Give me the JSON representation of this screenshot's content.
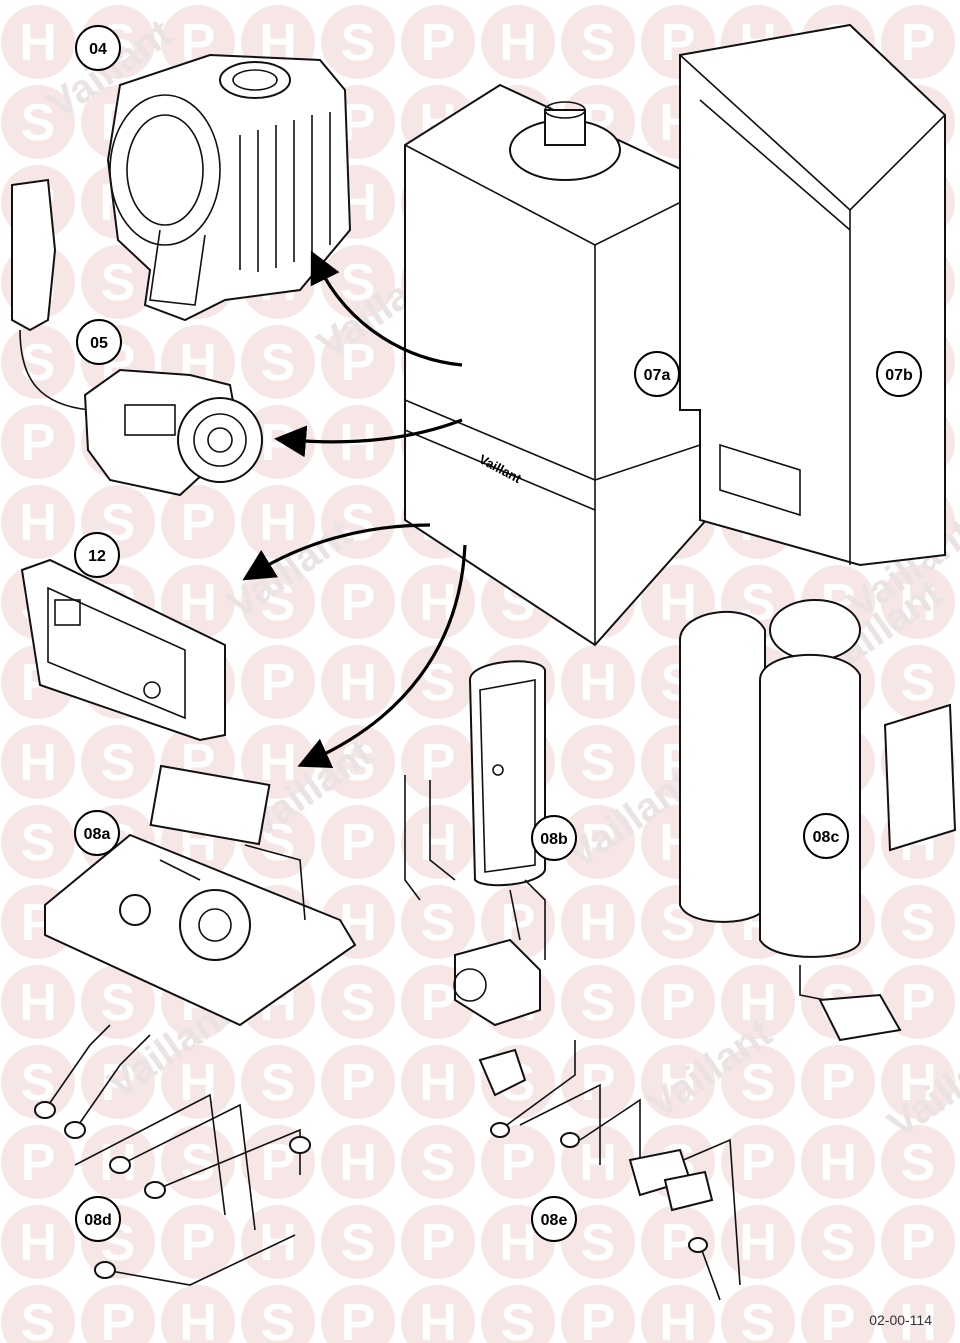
{
  "watermark": {
    "letters": [
      "H",
      "S",
      "P"
    ],
    "brand": "Vaillant"
  },
  "callouts": {
    "c04": "04",
    "c05": "05",
    "c12": "12",
    "c07a": "07a",
    "c07b": "07b",
    "c08a": "08a",
    "c08b": "08b",
    "c08c": "08c",
    "c08d": "08d",
    "c08e": "08e"
  },
  "boiler_logo": "Vaillant",
  "diagram_ref": "02-00-114",
  "colors": {
    "watermark": "#f6e6e6",
    "line": "#111111"
  }
}
